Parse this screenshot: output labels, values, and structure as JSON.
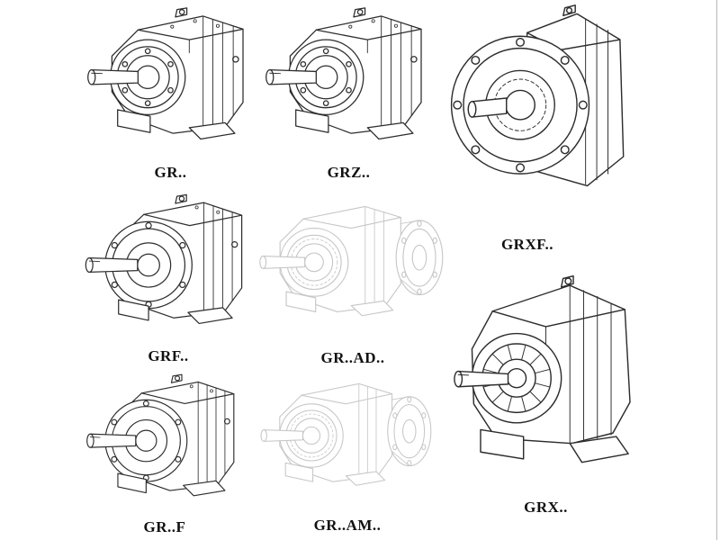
{
  "page": {
    "background": "#ffffff",
    "ink_color": "#2d2d2d",
    "phantom_color": "#c6c6c6",
    "label_color": "#111111",
    "edge_line_color": "#b7b7b7"
  },
  "figures": [
    {
      "id": "gr",
      "label": "GR..",
      "style": "solid",
      "description": "foot-mounted helical gear unit, solid shaft"
    },
    {
      "id": "grz",
      "label": "GRZ..",
      "style": "solid",
      "description": "foot-mounted helical gear unit, reinforced"
    },
    {
      "id": "grxf",
      "label": "GRXF..",
      "style": "solid",
      "description": "flange-mounted single-stage gear unit"
    },
    {
      "id": "grf",
      "label": "GRF..",
      "style": "solid",
      "description": "flange-mounted helical gear unit with feet"
    },
    {
      "id": "gr-ad",
      "label": "GR..AD..",
      "style": "phantom",
      "description": "gear unit with input shaft adapter (phantom view)"
    },
    {
      "id": "gr-f",
      "label": "GR..F",
      "style": "solid",
      "description": "foot/flange helical gear unit"
    },
    {
      "id": "gr-am",
      "label": "GR..AM..",
      "style": "phantom",
      "description": "gear unit with motor adapter flange (phantom view)"
    },
    {
      "id": "grx",
      "label": "GRX..",
      "style": "solid",
      "description": "foot-mounted single-stage gear unit"
    }
  ]
}
